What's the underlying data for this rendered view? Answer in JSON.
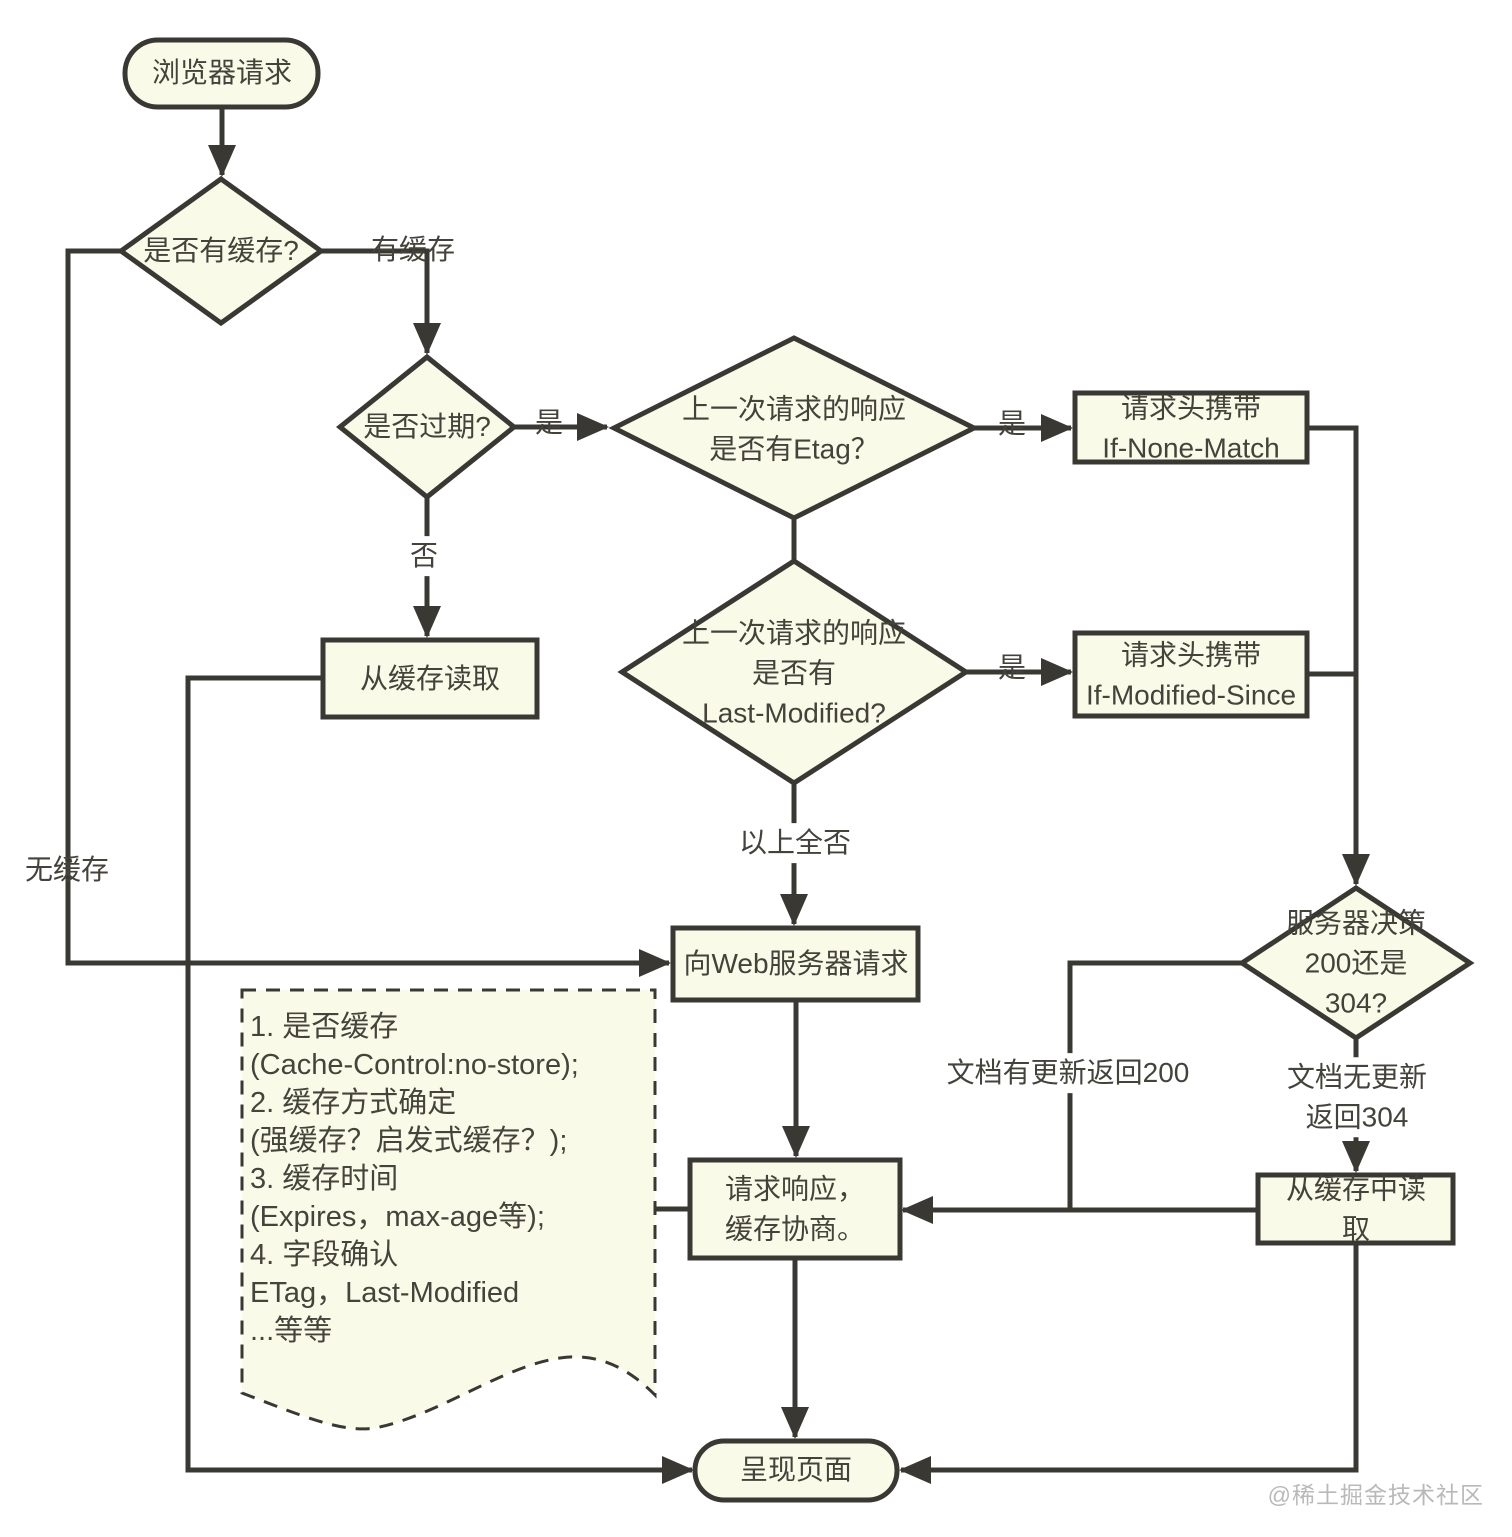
{
  "diagram": {
    "title": "browser-cache-flowchart",
    "colors": {
      "background": "#ffffff",
      "node_fill": "#fafae8",
      "stroke": "#3a3832",
      "text": "#44433b",
      "watermark": "#b9b9b9"
    },
    "nodes": {
      "start": "浏览器请求",
      "has_cache": "是否有缓存?",
      "expired": "是否过期?",
      "etag": "上一次请求的响应\n是否有Etag？",
      "last_modified": "上一次请求的响应\n是否有\nLast-Modified?",
      "if_none_match": "请求头携带\nIf-None-Match",
      "if_modified_since": "请求头携带\nIf-Modified-Since",
      "read_cache": "从缓存读取",
      "web_request": "向Web服务器请求",
      "server_decision": "服务器决策\n200还是304?",
      "response": "请求响应，\n缓存协商。",
      "read_cache_2": "从缓存中读取",
      "end": "呈现页面",
      "note": "1. 是否缓存\n(Cache-Control:no-store);\n2. 缓存方式确定\n(强缓存？启发式缓存？);\n3. 缓存时间\n(Expires，max-age等);\n4. 字段确认\nETag，Last-Modified\n...等等"
    },
    "edge_labels": {
      "has_cache_yes": "有缓存",
      "no_cache": "无缓存",
      "expired_yes": "是",
      "expired_no": "否",
      "etag_yes": "是",
      "last_modified_yes": "是",
      "all_no": "以上全否",
      "updated_200": "文档有更新返回200",
      "not_updated_304": "文档无更新返回304"
    },
    "watermark": "@稀土掘金技术社区"
  }
}
